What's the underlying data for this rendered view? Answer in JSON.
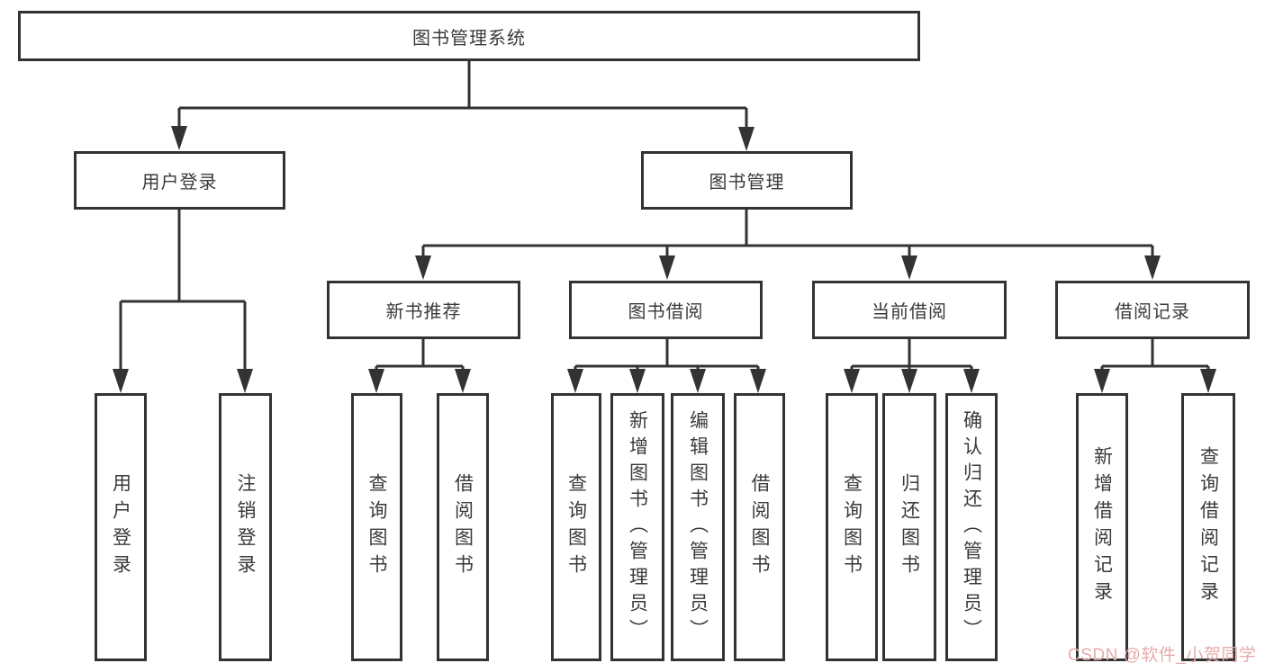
{
  "nodes": {
    "root": "图书管理系统",
    "user_login": "用户登录",
    "book_management": "图书管理",
    "new_book_recommendation": "新书推荐",
    "book_borrowing": "图书借阅",
    "current_borrowing": "当前借阅",
    "borrowing_records": "借阅记录",
    "login_leaf": "用户登录",
    "logout_leaf": "注销登录",
    "nbr_query_books": "查询图书",
    "nbr_borrow_books": "借阅图书",
    "bb_query_books": "查询图书",
    "bb_add_books": "新增图书（管理员）",
    "bb_edit_books": "编辑图书（管理员）",
    "bb_borrow_books": "借阅图书",
    "cb_query_books": "查询图书",
    "cb_return_books": "归还图书",
    "cb_confirm_return": "确认归还（管理员）",
    "br_add_record": "新增借阅记录",
    "br_query_record": "查询借阅记录"
  },
  "watermark": {
    "text": "CSDN @软件_小贺同学"
  },
  "colors": {
    "line": "#333333",
    "text": "#3a3a3a",
    "watermark": "#e6abab",
    "background": "#ffffff"
  }
}
